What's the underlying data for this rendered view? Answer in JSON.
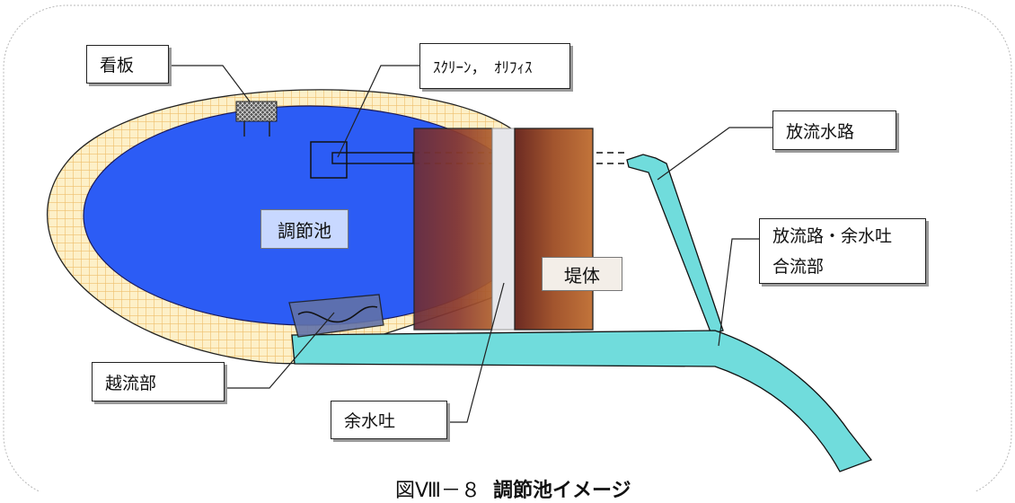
{
  "labels": {
    "sign": "看板",
    "screen_orifice": "ｽｸﾘｰﾝ，　ｵﾘﾌｨｽ",
    "discharge_channel": "放流水路",
    "junction_line1": "放流路・余水吐",
    "junction_line2": "合流部",
    "overflow": "越流部",
    "spillway": "余水吐",
    "pond": "調節池",
    "embankment": "堤体"
  },
  "caption": {
    "figure_number": "図Ⅷ－８",
    "title": "調節池イメージ"
  },
  "colors": {
    "pond": "#2c5cf5",
    "rim_fill": "#fdf0c8",
    "rim_grid": "#f0c070",
    "channel": "#70dcdc",
    "embankment_dark": "#6e2a2a",
    "embankment_light": "#b86a3e",
    "spillway_gap": "#e6e6ea",
    "label_fill": "#c8d8ff"
  }
}
